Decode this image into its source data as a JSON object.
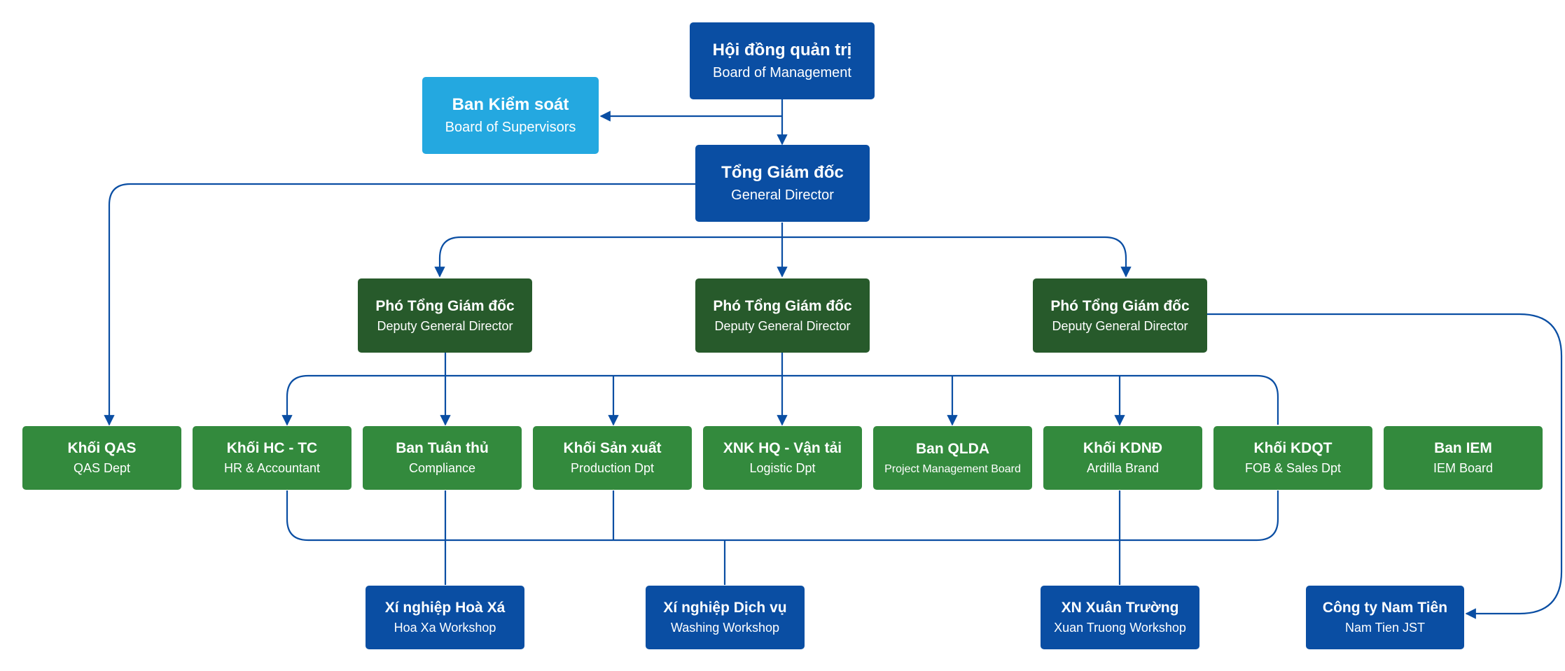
{
  "colors": {
    "navy": "#0a4ea3",
    "light_blue": "#24a8e0",
    "dark_green": "#275a2b",
    "green": "#338a3d",
    "connector": "#0a4ea3"
  },
  "top": {
    "board": {
      "vi": "Hội đồng quản trị",
      "en": "Board of Management"
    },
    "supervisors": {
      "vi": "Ban Kiểm soát",
      "en": "Board of Supervisors"
    },
    "director": {
      "vi": "Tổng Giám đốc",
      "en": "General Director"
    }
  },
  "deputies": [
    {
      "vi": "Phó Tổng Giám đốc",
      "en": "Deputy General Director"
    },
    {
      "vi": "Phó Tổng Giám đốc",
      "en": "Deputy General Director"
    },
    {
      "vi": "Phó Tổng Giám đốc",
      "en": "Deputy General Director"
    }
  ],
  "departments": [
    {
      "vi": "Khối QAS",
      "en": "QAS Dept"
    },
    {
      "vi": "Khối HC - TC",
      "en": "HR & Accountant"
    },
    {
      "vi": "Ban Tuân thủ",
      "en": "Compliance"
    },
    {
      "vi": "Khối Sản xuất",
      "en": "Production Dpt"
    },
    {
      "vi": "XNK HQ - Vận tải",
      "en": "Logistic Dpt"
    },
    {
      "vi": "Ban QLDA",
      "en": "Project Management Board"
    },
    {
      "vi": "Khối KDNĐ",
      "en": "Ardilla Brand"
    },
    {
      "vi": "Khối KDQT",
      "en": "FOB & Sales Dpt"
    },
    {
      "vi": "Ban IEM",
      "en": "IEM Board"
    }
  ],
  "units": [
    {
      "vi": "Xí nghiệp Hoà Xá",
      "en": "Hoa Xa Workshop"
    },
    {
      "vi": "Xí nghiệp Dịch vụ",
      "en": "Washing Workshop"
    },
    {
      "vi": "XN Xuân Trường",
      "en": "Xuan Truong Workshop"
    },
    {
      "vi": "Công ty Nam Tiên",
      "en": "Nam Tien JST"
    }
  ]
}
